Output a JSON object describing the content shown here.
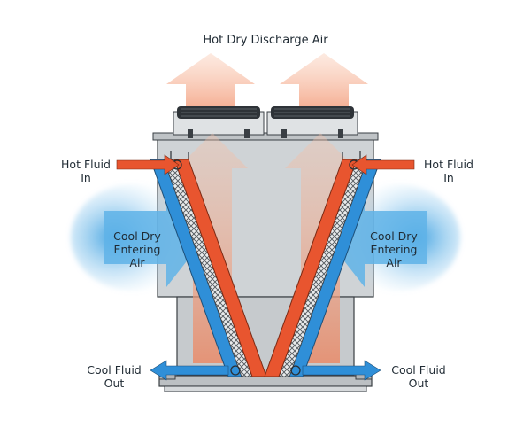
{
  "labels": {
    "discharge": "Hot Dry Discharge Air",
    "hot_in_left": [
      "Hot Fluid",
      "In"
    ],
    "hot_in_right": [
      "Hot Fluid",
      "In"
    ],
    "cool_air_left": [
      "Cool Dry",
      "Entering",
      "Air"
    ],
    "cool_air_right": [
      "Cool Dry",
      "Entering",
      "Air"
    ],
    "cool_out_left": [
      "Cool Fluid",
      "Out"
    ],
    "cool_out_right": [
      "Cool Fluid",
      "Out"
    ]
  },
  "colors": {
    "hot_fluid": "#e8552f",
    "cool_fluid": "#2f8fd8",
    "hot_air": "#f08a5d",
    "cool_air": "#5fb3e8",
    "housing": "#cfd3d6",
    "housing_dark": "#b8bcc0",
    "fan": "#2e3338",
    "outline": "#3a3f44"
  },
  "icons": {
    "fans": "fan-icon",
    "hot_arrows": "hot-air-arrow-icon",
    "cool_arrows": "cool-air-arrow-icon",
    "fluid_arrows": "fluid-flow-arrow-icon"
  }
}
